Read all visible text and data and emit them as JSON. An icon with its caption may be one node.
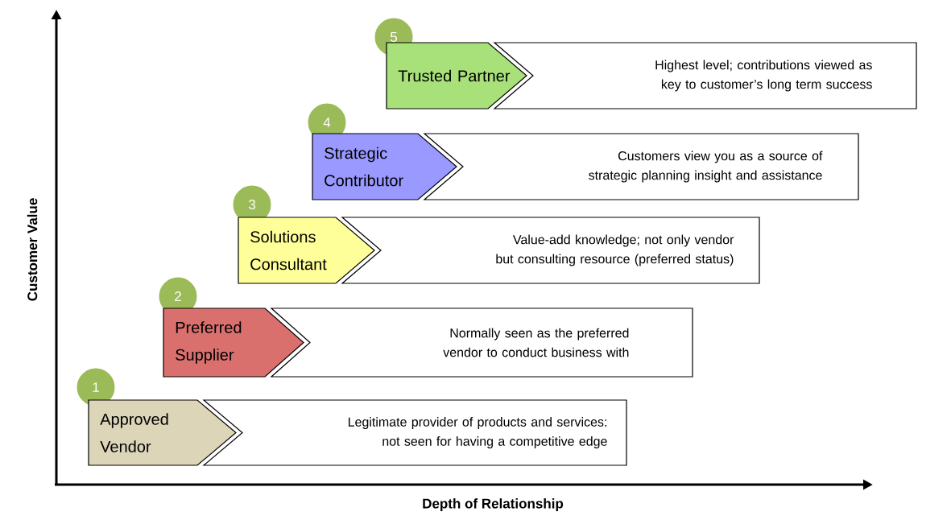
{
  "diagram": {
    "nodes": [
      {
        "text": [
          "5"
        ]
      },
      {
        "text": [
          "Trusted Partner"
        ]
      },
      {
        "text": [
          "Highest level; contributions viewed as key to customer’s long term success"
        ]
      },
      {
        "text": [
          "4"
        ]
      },
      {
        "text": [
          "Strategic Contributor"
        ]
      },
      {
        "text": [
          "Customers view you as a source of strategic planning insight and assistance"
        ]
      },
      {
        "text": [
          "3"
        ]
      },
      {
        "text": [
          "Solutions Consultant"
        ]
      },
      {
        "text": [
          "Value-add knowledge;  not only vendor but consulting resource (preferred status)"
        ]
      },
      {
        "text": [
          "2"
        ]
      },
      {
        "text": [
          "Preferred Supplier"
        ]
      },
      {
        "text": [
          "Normally seen as the preferred vendor to conduct business with"
        ]
      },
      {
        "text": [
          "1"
        ]
      },
      {
        "text": [
          "Approved Vendor"
        ]
      },
      {
        "text": [
          "Legitimate provider of products and services: not seen for having a competitive edge"
        ]
      }
    ],
    "labels": [
      "Customer Value",
      "Depth of Relationship"
    ]
  }
}
